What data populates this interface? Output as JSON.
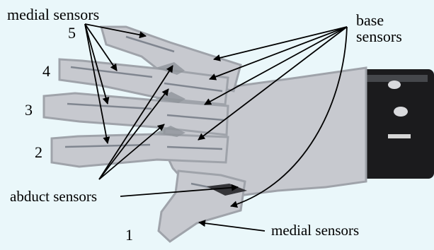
{
  "labels": {
    "medial_top": "medial sensors",
    "base_line1": "base",
    "base_line2": "sensors",
    "abduct": "abduct sensors",
    "medial_bottom": "medial sensors"
  },
  "finger_numbers": {
    "n1": "1",
    "n2": "2",
    "n3": "3",
    "n4": "4",
    "n5": "5"
  },
  "colors": {
    "background": "#eaf7fa",
    "glove": "#c7c9cf",
    "glove_shadow": "#9fa3aa",
    "seam": "#808690",
    "wrist_band": "#1b1b1d",
    "wrist_band_light": "#505257",
    "arrow": "#000000"
  }
}
